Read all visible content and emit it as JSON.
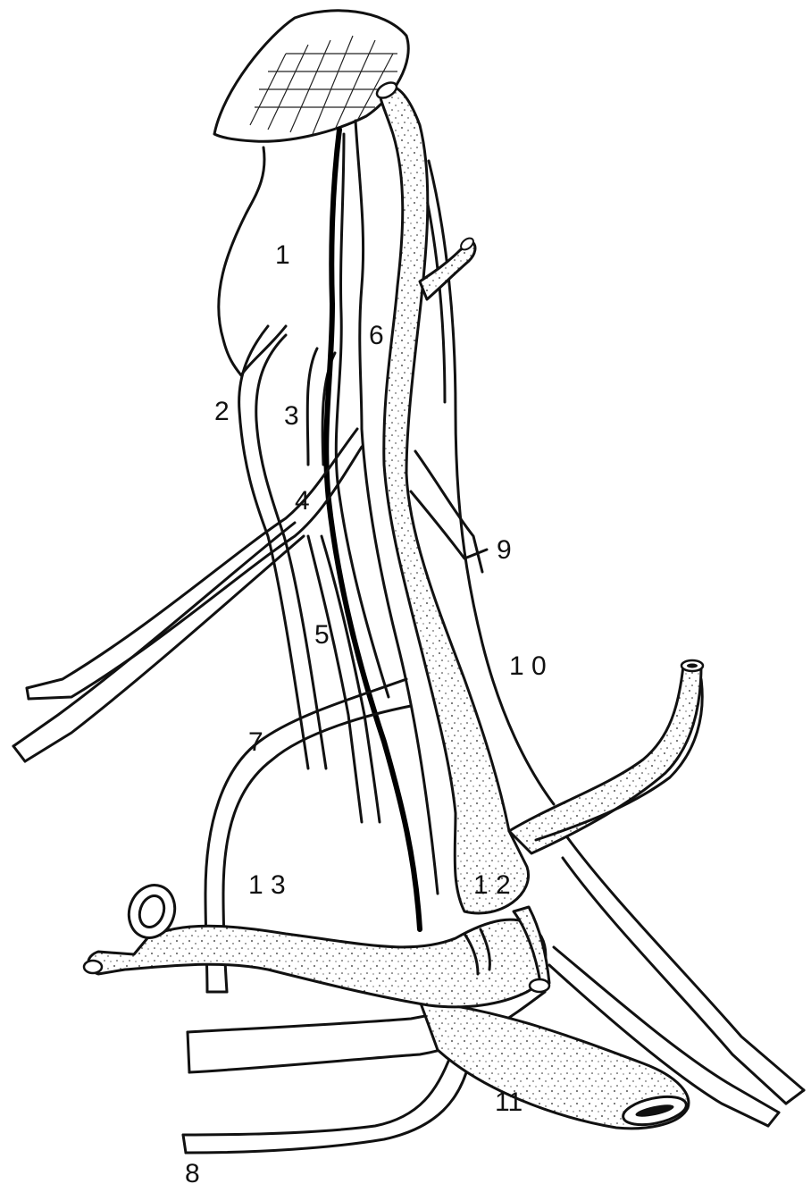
{
  "labels": {
    "l1": "1",
    "l2": "2",
    "l3": "3",
    "l4": "4",
    "l5": "5",
    "l6": "6",
    "l7": "7",
    "l8": "8",
    "l9": "9",
    "l10": "1 0",
    "l11": "11",
    "l12": "1 2",
    "l13": "1 3"
  },
  "style": {
    "ink": "#111111",
    "background": "#ffffff",
    "stipple": "dotted vessel fill"
  }
}
